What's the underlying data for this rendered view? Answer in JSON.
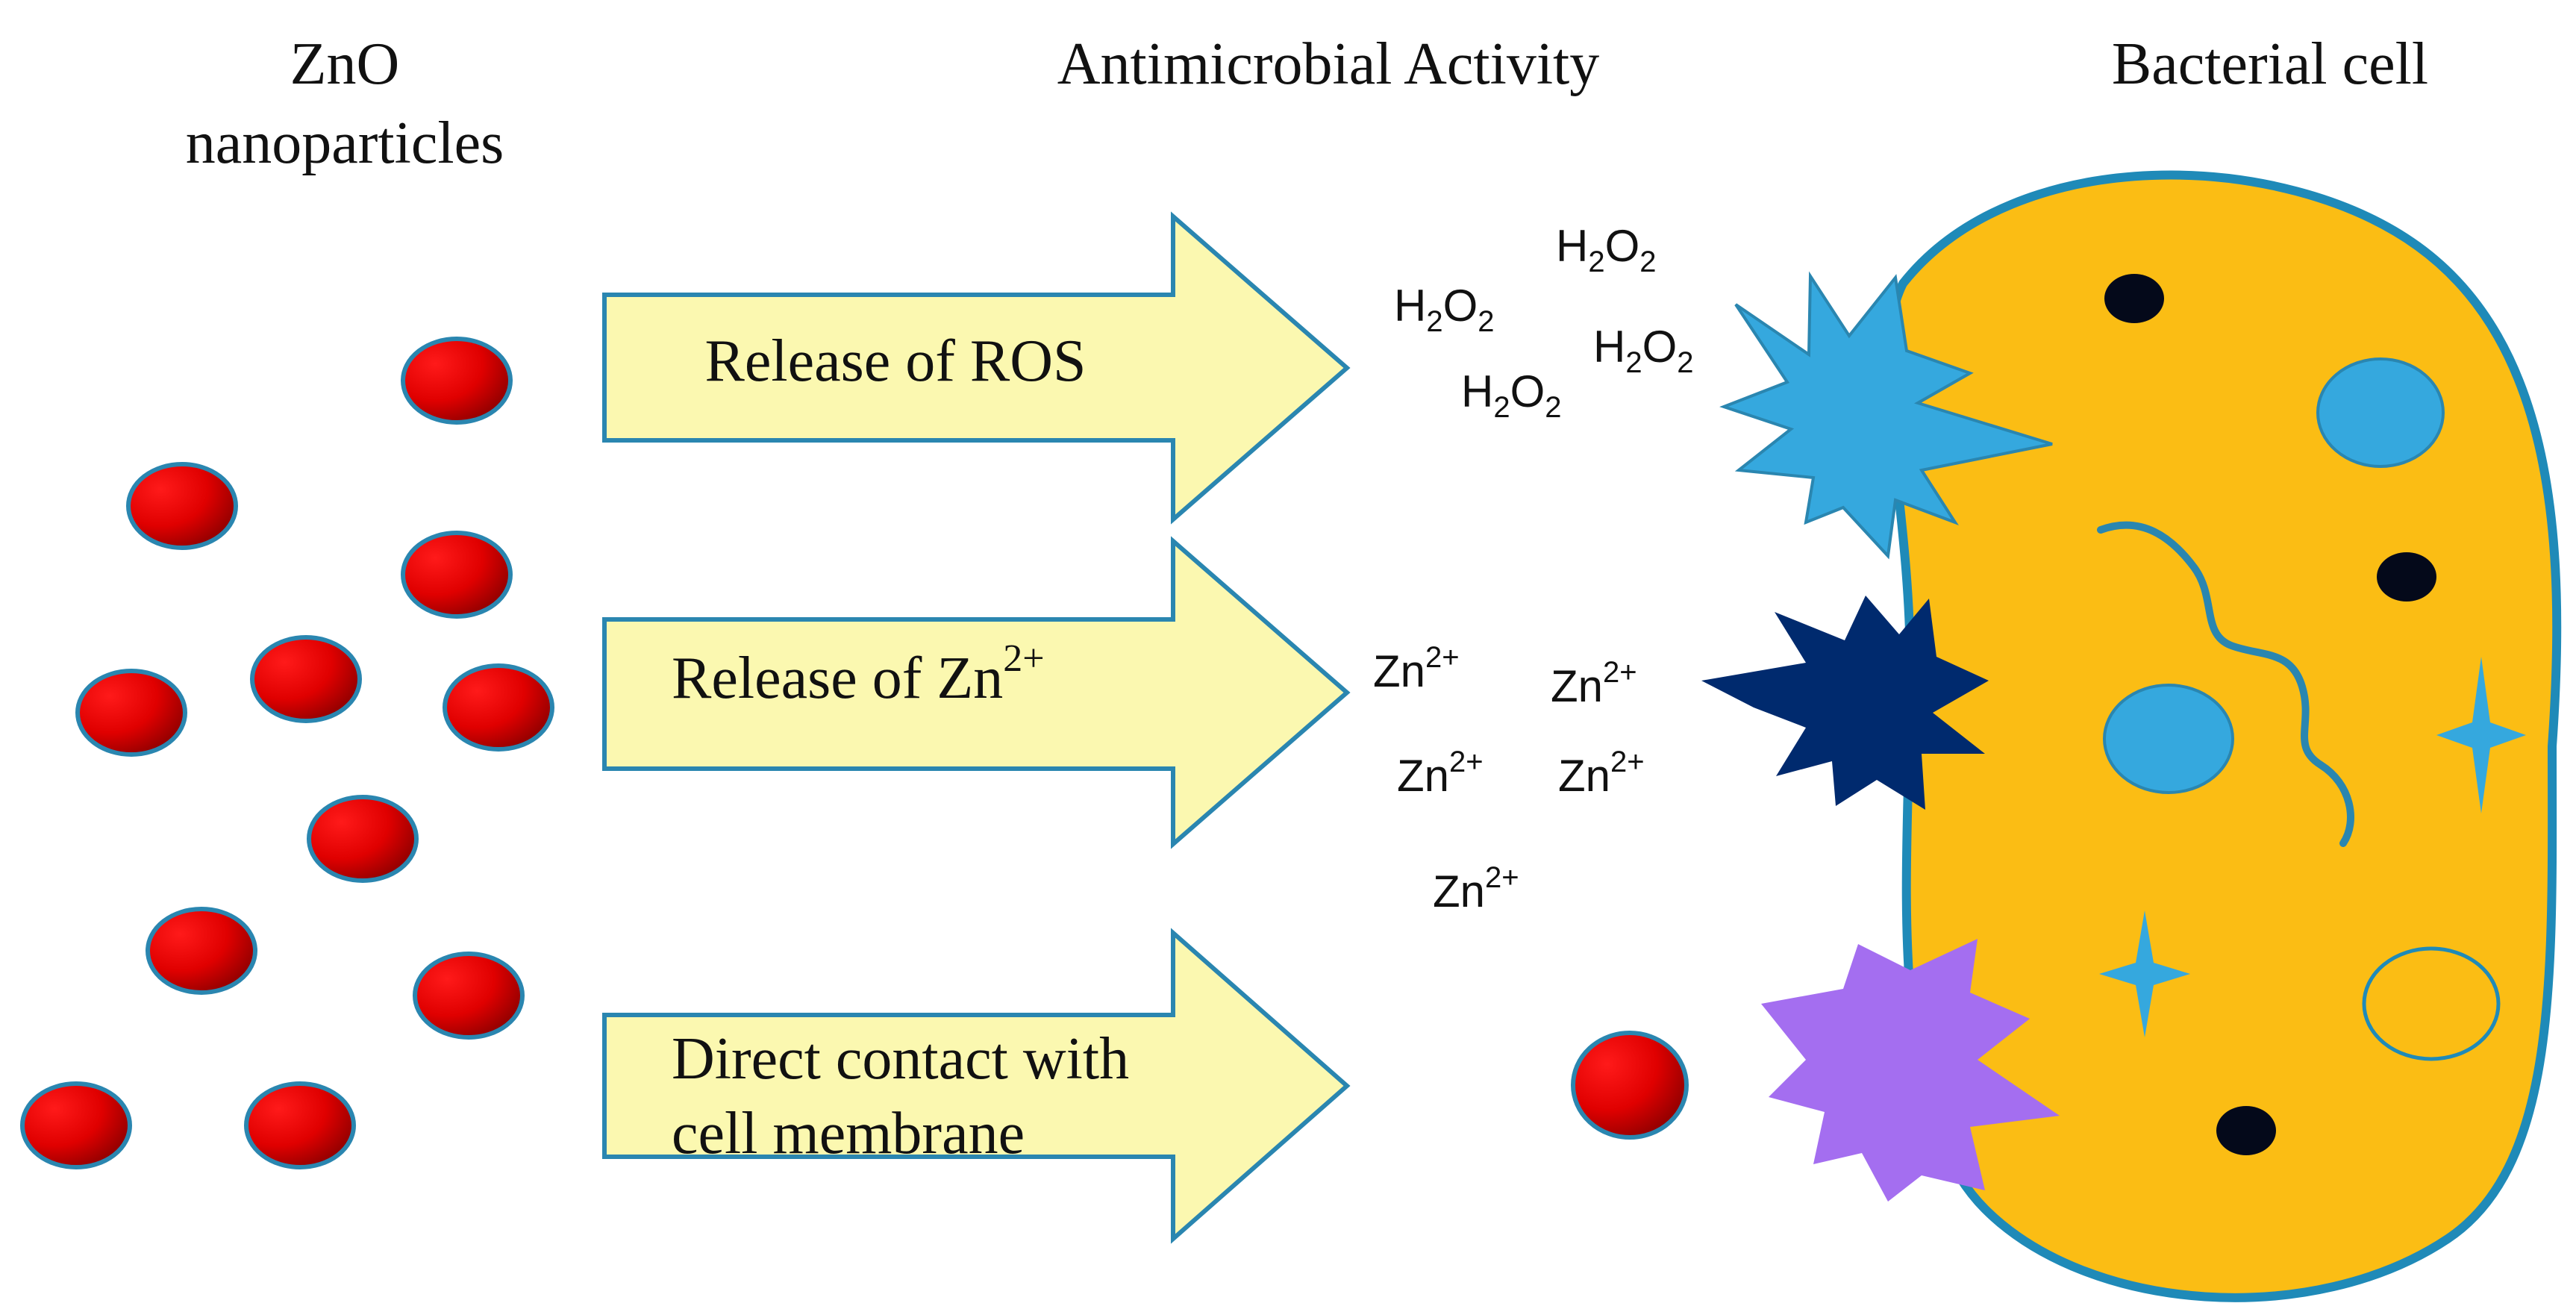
{
  "headers": {
    "zno_line1": "ZnO",
    "zno_line2": "nanoparticles",
    "activity": "Antimicrobial Activity",
    "bacterial": "Bacterial cell"
  },
  "arrows": {
    "ros_label": "Release of ROS",
    "zn_label_base": "Release of Zn",
    "zn_label_sup": "2+",
    "contact_line1": "Direct contact with",
    "contact_line2": "cell membrane"
  },
  "species": {
    "h2o2_h": "H",
    "h2o2_sub": "2",
    "h2o2_o": "O",
    "zn": "Zn",
    "zn_sup": "2+"
  },
  "colors": {
    "nanoparticle": "#e00000",
    "arrow_fill": "#fbf8b0",
    "arrow_stroke": "#2a86b0",
    "cell_fill": "#fbbd14",
    "cell_stroke": "#1f8ab8",
    "ros_burst": "#35a8de",
    "zn_burst": "#002a6e",
    "contact_burst": "#a46ef0",
    "organelle": "#35a8de",
    "granule": "#04091a"
  }
}
